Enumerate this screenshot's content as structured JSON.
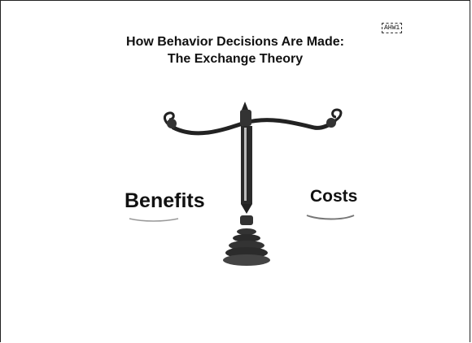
{
  "comment_tag": "AHW1",
  "title": {
    "line1": "How Behavior Decisions Are Made:",
    "line2": "The Exchange Theory"
  },
  "labels": {
    "benefits": "Benefits",
    "costs": "Costs"
  },
  "illustration": {
    "icon": "balance-scale-icon"
  }
}
